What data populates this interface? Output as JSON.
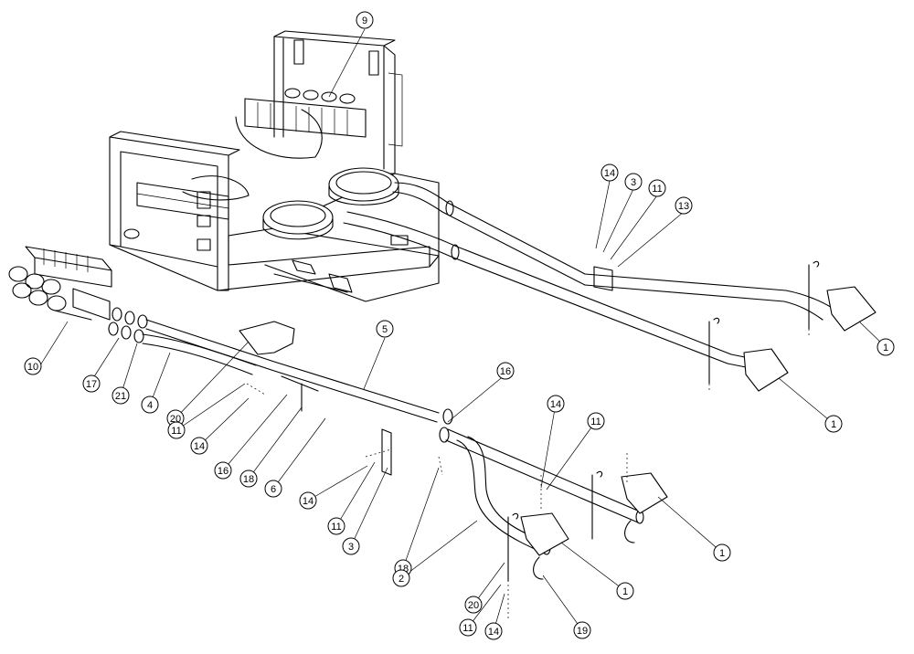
{
  "diagram": {
    "callouts": [
      {
        "label": "9"
      },
      {
        "label": "14"
      },
      {
        "label": "3"
      },
      {
        "label": "11"
      },
      {
        "label": "13"
      },
      {
        "label": "1"
      },
      {
        "label": "1"
      },
      {
        "label": "5"
      },
      {
        "label": "16"
      },
      {
        "label": "10"
      },
      {
        "label": "17"
      },
      {
        "label": "21"
      },
      {
        "label": "4"
      },
      {
        "label": "20"
      },
      {
        "label": "11"
      },
      {
        "label": "14"
      },
      {
        "label": "16"
      },
      {
        "label": "18"
      },
      {
        "label": "6"
      },
      {
        "label": "14"
      },
      {
        "label": "11"
      },
      {
        "label": "14"
      },
      {
        "label": "11"
      },
      {
        "label": "3"
      },
      {
        "label": "18"
      },
      {
        "label": "2"
      },
      {
        "label": "20"
      },
      {
        "label": "11"
      },
      {
        "label": "14"
      },
      {
        "label": "19"
      },
      {
        "label": "1"
      },
      {
        "label": "1"
      }
    ]
  }
}
